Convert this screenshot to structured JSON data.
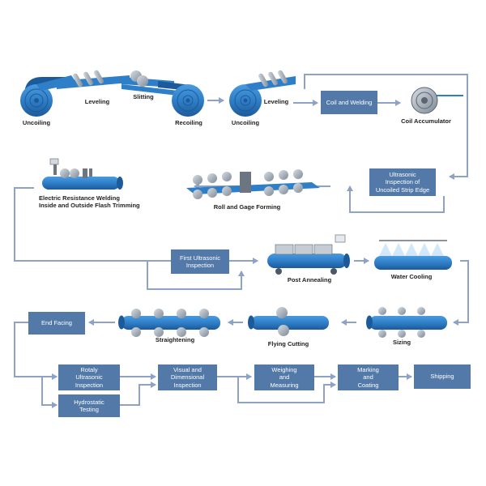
{
  "colors": {
    "pipe": "#2f7fc8",
    "pipe_dark": "#1d5a99",
    "box": "#5279a8",
    "line": "#8da2c6",
    "roller": "#9aa4ae",
    "label": "#222222"
  },
  "steps": {
    "uncoiling_1": "Uncoiling",
    "leveling_1": "Leveling",
    "slitting": "Slitting",
    "recoiling": "Recoiling",
    "uncoiling_2": "Uncoiling",
    "leveling_2": "Leveling",
    "coil_welding": "Coil and Welding",
    "coil_accumulator": "Coil Accumulator",
    "ultrasonic_strip": "Ultrasonic\nInspection of\nUncoiled Strip Edge",
    "roll_gage_forming": "Roll and Gage Forming",
    "erw_line1": "Electric Resistance Welding",
    "erw_line2": "Inside and Outside Flash Trimming",
    "first_ultrasonic": "First Ultrasonic\nInspection",
    "post_annealing": "Post Annealing",
    "water_cooling": "Water Cooling",
    "sizing": "Sizing",
    "flying_cutting": "Flying Cutting",
    "straightening": "Straightening",
    "end_facing": "End Facing",
    "rotary_ultrasonic": "Rotaly\nUltrasonic\nInspection",
    "hydrostatic": "Hydrostatic\nTesting",
    "visual_dimensional": "Visual and\nDimensional\nInspection",
    "weighing_measuring": "Weighing\nand\nMeasuring",
    "marking_coating": "Marking\nand\nCoating",
    "shipping": "Shipping"
  }
}
